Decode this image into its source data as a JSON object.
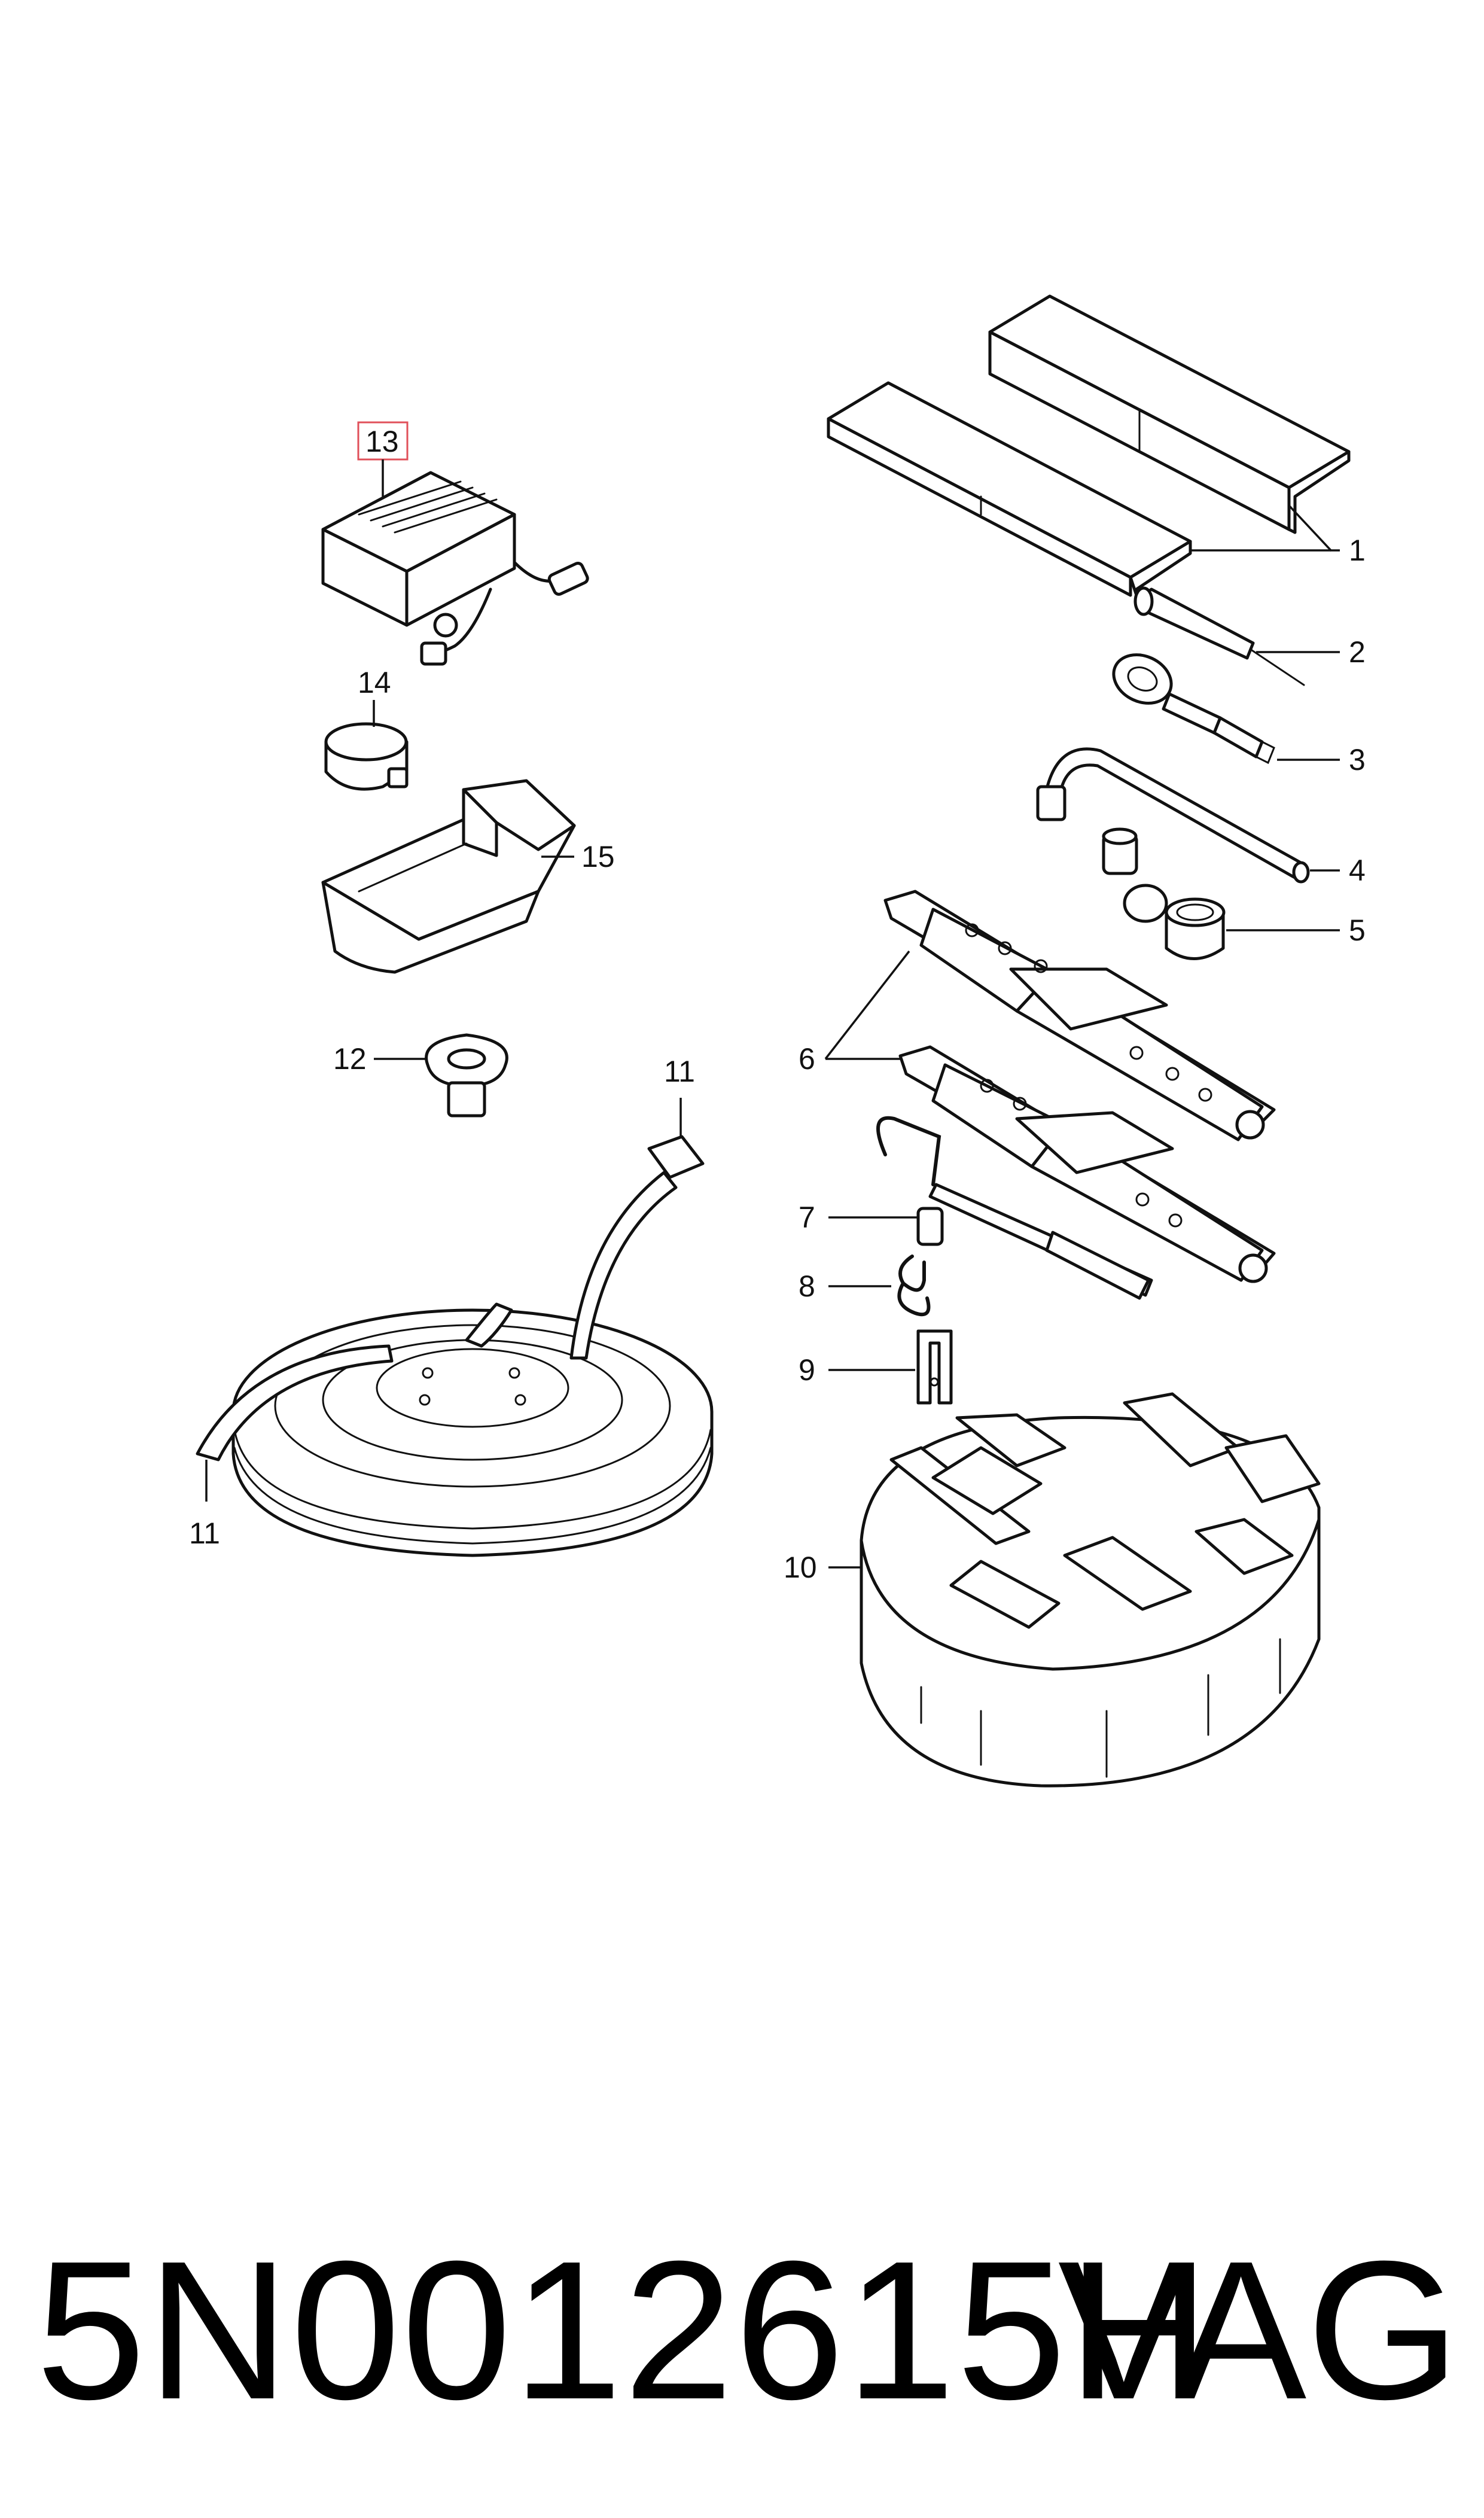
{
  "callouts": {
    "c1": "1",
    "c2": "2",
    "c3": "3",
    "c4": "4",
    "c5": "5",
    "c6": "6",
    "c7": "7",
    "c8": "8",
    "c9": "9",
    "c10": "10",
    "c11a": "11",
    "c11b": "11",
    "c12": "12",
    "c13": "13",
    "c14": "14",
    "c15": "15"
  },
  "footer": {
    "part_number": "5N0012615H",
    "brand": "VAG"
  },
  "colors": {
    "line": "#111111",
    "highlight": "#e0505a",
    "background": "#ffffff"
  }
}
